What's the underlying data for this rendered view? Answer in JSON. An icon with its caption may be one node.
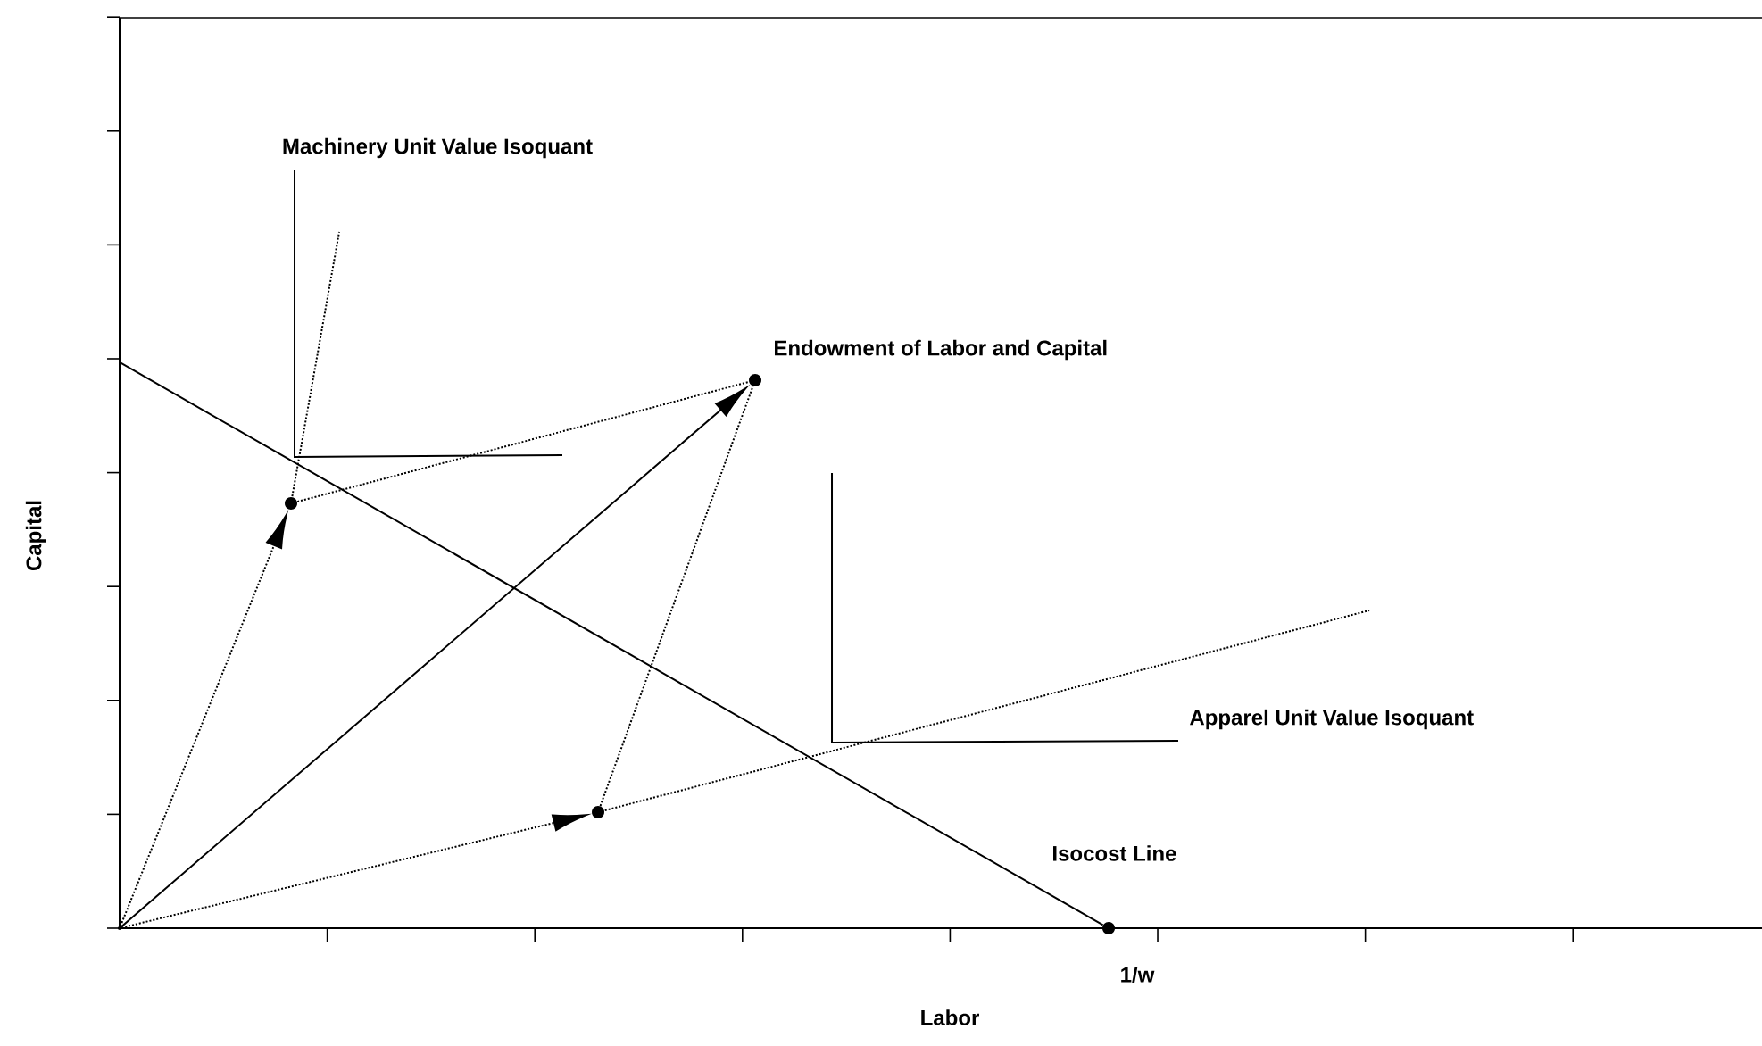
{
  "diagram": {
    "nodes": [
      {
        "text": [],
        "shape": "point"
      },
      {
        "text": [],
        "shape": "circle"
      },
      {
        "text": [],
        "shape": "circle",
        "beside": [
          "Endowment of Labor and Capital"
        ]
      },
      {
        "text": [],
        "shape": "circle"
      },
      {
        "text": [],
        "shape": "circle",
        "beside": [
          "1/w"
        ]
      }
    ],
    "edges": [
      {
        "from": 0,
        "to": 1,
        "arrow": "to",
        "style": "dashed"
      },
      {
        "from": 0,
        "to": 2,
        "arrow": "to"
      },
      {
        "from": 0,
        "to": 3,
        "arrow": "to",
        "style": "dashed"
      },
      {
        "from": 1,
        "to": 2,
        "arrow": "none",
        "style": "dashed"
      },
      {
        "from": 3,
        "to": 2,
        "arrow": "none",
        "style": "dashed"
      },
      {
        "from": null,
        "to": 4,
        "arrow": "none"
      }
    ],
    "labels": [
      "Machinery Unit Value Isoquant",
      "Apparel Unit Value Isoquant",
      "Isocost Line",
      "Labor",
      "Capital"
    ]
  }
}
